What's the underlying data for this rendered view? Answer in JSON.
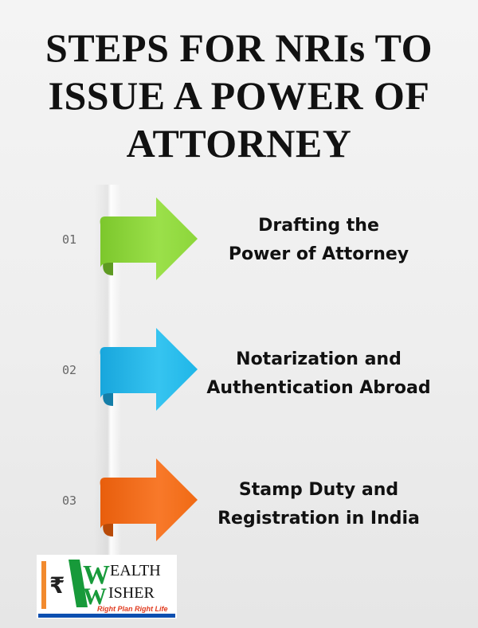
{
  "title": {
    "line1": "STEPS FOR NRIs TO",
    "line2": "ISSUE A POWER OF",
    "line3": "ATTORNEY"
  },
  "steps": [
    {
      "number": "01",
      "line1": "Drafting the",
      "line2": "Power of Attorney",
      "color": "#8cd63a",
      "fold": "#5e9a22"
    },
    {
      "number": "02",
      "line1": "Notarization and",
      "line2": "Authentication Abroad",
      "color": "#1fb6e8",
      "fold": "#147ea8"
    },
    {
      "number": "03",
      "line1": "Stamp Duty and",
      "line2": "Registration in India",
      "color": "#f06a14",
      "fold": "#b84a08"
    }
  ],
  "logo": {
    "currency": "₹",
    "w1": "W",
    "rest1": "EALTH",
    "w2": "W",
    "rest2": "ISHER",
    "tagline": "Right Plan Right Life",
    "green": "#179a3a",
    "orange": "#f28a2e",
    "blue": "#0d4fb0",
    "tagline_color": "#e03a1e"
  }
}
